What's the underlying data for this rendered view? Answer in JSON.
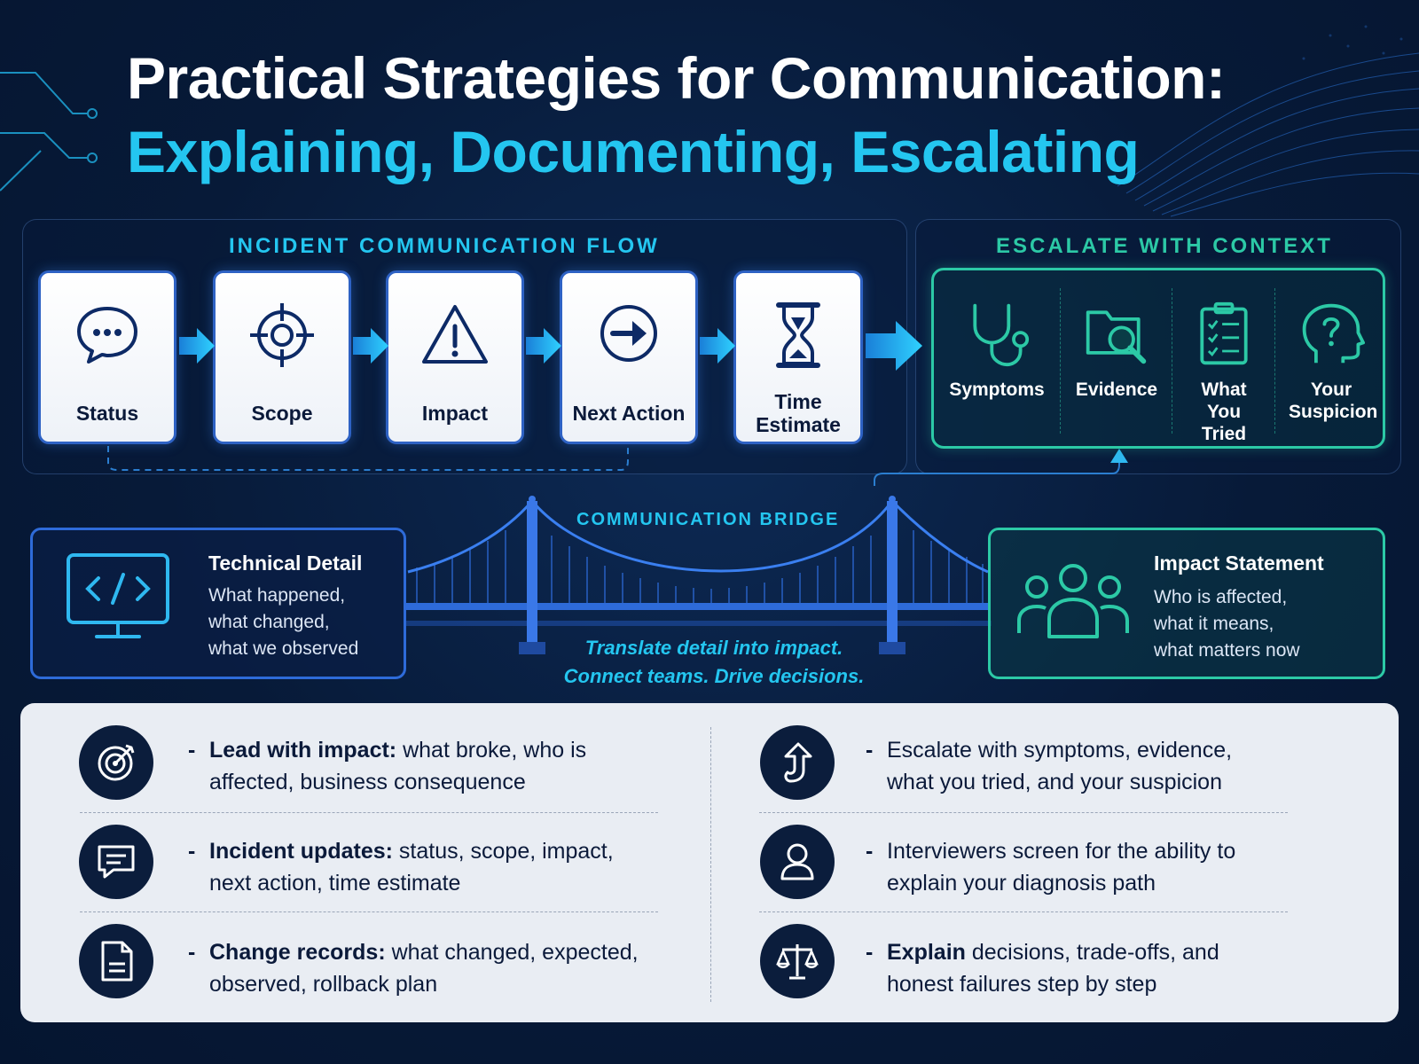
{
  "title": {
    "line1": "Practical Strategies for Communication:",
    "line2": "Explaining, Documenting, Escalating"
  },
  "flow": {
    "heading": "INCIDENT COMMUNICATION FLOW",
    "steps": [
      {
        "label": "Status",
        "icon": "speech-bubble-icon"
      },
      {
        "label": "Scope",
        "icon": "crosshair-icon"
      },
      {
        "label": "Impact",
        "icon": "warning-icon"
      },
      {
        "label": "Next Action",
        "icon": "arrow-circle-icon"
      },
      {
        "label": "Time Estimate",
        "icon": "hourglass-icon"
      }
    ]
  },
  "escalate": {
    "heading": "ESCALATE WITH CONTEXT",
    "items": [
      {
        "label": "Symptoms",
        "icon": "stethoscope-icon"
      },
      {
        "label": "Evidence",
        "icon": "folder-search-icon"
      },
      {
        "label": "What You Tried",
        "icon": "checklist-icon"
      },
      {
        "label": "Your Suspicion",
        "icon": "head-question-icon"
      }
    ]
  },
  "bridge": {
    "label": "COMMUNICATION BRIDGE",
    "tagline_1": "Translate detail into impact.",
    "tagline_2": "Connect teams. Drive decisions.",
    "technical": {
      "title": "Technical Detail",
      "lines": [
        "What happened,",
        "what changed,",
        "what we observed"
      ]
    },
    "impact": {
      "title": "Impact Statement",
      "lines": [
        "Who is affected,",
        "what it means,",
        "what matters now"
      ]
    }
  },
  "tips": [
    {
      "bold": "Lead with impact:",
      "rest_1": " what broke, who is",
      "rest_2": "affected, business consequence",
      "icon": "target-icon"
    },
    {
      "bold": "Incident updates:",
      "rest_1": " status, scope, impact,",
      "rest_2": "next action, time estimate",
      "icon": "message-icon"
    },
    {
      "bold": "Change records:",
      "rest_1": " what changed, expected,",
      "rest_2": "observed, rollback plan",
      "icon": "document-icon"
    },
    {
      "bold": "",
      "rest_1": "Escalate with symptoms, evidence,",
      "rest_2": "what you tried, and your suspicion",
      "icon": "escalate-arrow-icon"
    },
    {
      "bold": "",
      "rest_1": "Interviewers screen for the ability to",
      "rest_2": "explain your diagnosis path",
      "icon": "person-icon"
    },
    {
      "bold": "Explain",
      "rest_1": " decisions, trade-offs, and",
      "rest_2": "honest failures step by step",
      "icon": "scales-icon"
    }
  ],
  "colors": {
    "accent_cyan": "#24c6f0",
    "accent_teal": "#2cc9a6",
    "accent_blue": "#2e62c4",
    "background": "#071a38"
  }
}
